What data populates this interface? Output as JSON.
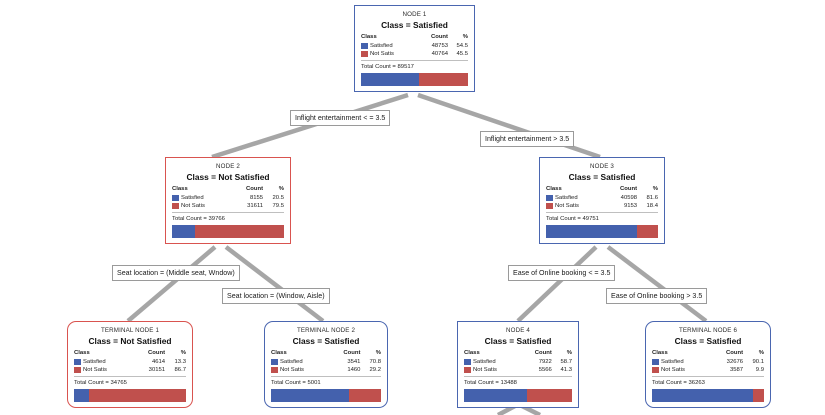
{
  "diagram": {
    "type": "decision-tree",
    "columns": {
      "class": "Class",
      "count": "Count",
      "pct": "%"
    },
    "total_prefix": "Total Count = ",
    "class_prefix": "Class = ",
    "colors": {
      "satisfied": "#4461ad",
      "not_satisfied": "#c0504d",
      "edge": "#a6a6a6"
    }
  },
  "nodes": [
    {
      "id": "node-1",
      "title": "NODE 1",
      "class_label": "Class = Satisfied",
      "rows": [
        {
          "name": "Satisfied",
          "count": "48753",
          "pct": "54.5",
          "color": "blue"
        },
        {
          "name": "Not Satis",
          "count": "40764",
          "pct": "45.5",
          "color": "red"
        }
      ],
      "total": "Total Count = 89517",
      "bar": {
        "blue": 54.5,
        "red": 45.5
      },
      "border": "blue",
      "leaf": false
    },
    {
      "id": "node-2",
      "title": "NODE 2",
      "class_label": "Class = Not Satisfied",
      "rows": [
        {
          "name": "Satisfied",
          "count": "8155",
          "pct": "20.5",
          "color": "blue"
        },
        {
          "name": "Not Satis",
          "count": "31611",
          "pct": "79.5",
          "color": "red"
        }
      ],
      "total": "Total Count = 39766",
      "bar": {
        "blue": 20.5,
        "red": 79.5
      },
      "border": "red",
      "leaf": false
    },
    {
      "id": "node-3",
      "title": "NODE 3",
      "class_label": "Class = Satisfied",
      "rows": [
        {
          "name": "Satisfied",
          "count": "40598",
          "pct": "81.6",
          "color": "blue"
        },
        {
          "name": "Not Satis",
          "count": "9153",
          "pct": "18.4",
          "color": "red"
        }
      ],
      "total": "Total Count = 49751",
      "bar": {
        "blue": 81.6,
        "red": 18.4
      },
      "border": "blue",
      "leaf": false
    },
    {
      "id": "terminal-node-1",
      "title": "TERMINAL NODE 1",
      "class_label": "Class = Not Satisfied",
      "rows": [
        {
          "name": "Satisfied",
          "count": "4614",
          "pct": "13.3",
          "color": "blue"
        },
        {
          "name": "Not Satis",
          "count": "30151",
          "pct": "86.7",
          "color": "red"
        }
      ],
      "total": "Total Count = 34765",
      "bar": {
        "blue": 13.3,
        "red": 86.7
      },
      "border": "red",
      "leaf": true
    },
    {
      "id": "terminal-node-2",
      "title": "TERMINAL NODE 2",
      "class_label": "Class = Satisfied",
      "rows": [
        {
          "name": "Satisfied",
          "count": "3541",
          "pct": "70.8",
          "color": "blue"
        },
        {
          "name": "Not Satis",
          "count": "1460",
          "pct": "29.2",
          "color": "red"
        }
      ],
      "total": "Total Count = 5001",
      "bar": {
        "blue": 70.8,
        "red": 29.2
      },
      "border": "blue",
      "leaf": true
    },
    {
      "id": "node-4",
      "title": "NODE 4",
      "class_label": "Class = Satisfied",
      "rows": [
        {
          "name": "Satisfied",
          "count": "7922",
          "pct": "58.7",
          "color": "blue"
        },
        {
          "name": "Not Satis",
          "count": "5566",
          "pct": "41.3",
          "color": "red"
        }
      ],
      "total": "Total Count = 13488",
      "bar": {
        "blue": 58.7,
        "red": 41.3
      },
      "border": "blue",
      "leaf": false
    },
    {
      "id": "terminal-node-6",
      "title": "TERMINAL NODE 6",
      "class_label": "Class = Satisfied",
      "rows": [
        {
          "name": "Satisfied",
          "count": "32676",
          "pct": "90.1",
          "color": "blue"
        },
        {
          "name": "Not Satis",
          "count": "3587",
          "pct": "9.9",
          "color": "red"
        }
      ],
      "total": "Total Count = 36263",
      "bar": {
        "blue": 90.1,
        "red": 9.9
      },
      "border": "blue",
      "leaf": true
    }
  ],
  "edge_labels": [
    {
      "id": "split-inflight-le",
      "text": "Inflight entertainment < = 3.5"
    },
    {
      "id": "split-inflight-gt",
      "text": "Inflight entertainment > 3.5"
    },
    {
      "id": "split-seat-middle-window",
      "text": "Seat location = (Middle seat, Wndow)"
    },
    {
      "id": "split-seat-window-aisle",
      "text": "Seat location = (Window, Aisle)"
    },
    {
      "id": "split-booking-le",
      "text": "Ease of Online booking < = 3.5"
    },
    {
      "id": "split-booking-gt",
      "text": "Ease of Online booking > 3.5"
    }
  ]
}
